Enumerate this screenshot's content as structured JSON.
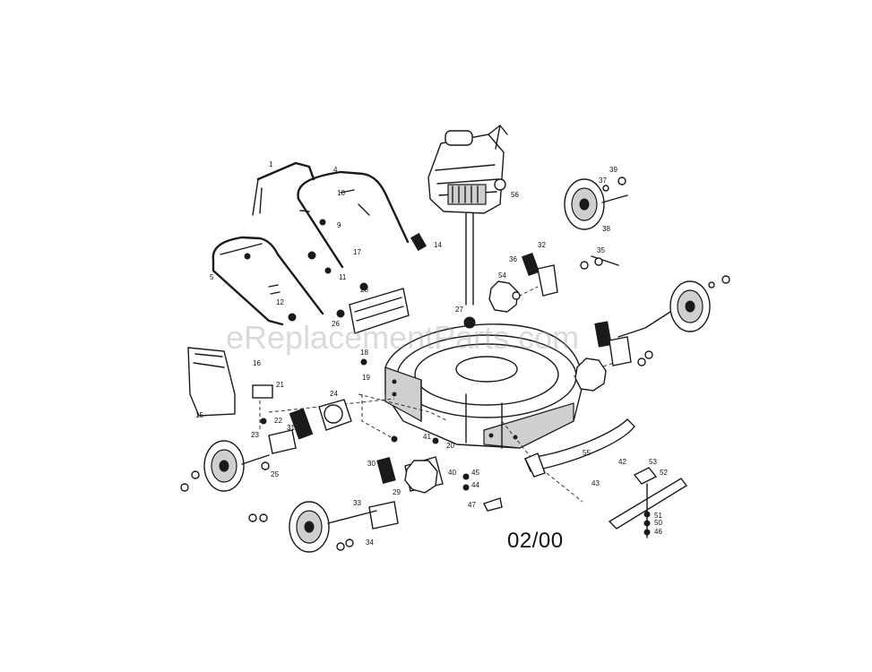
{
  "watermark": "eReplacementParts.com",
  "date_code": "02/00",
  "labels": [
    "1",
    "4",
    "5",
    "9",
    "10",
    "11",
    "12",
    "14",
    "15",
    "16",
    "17",
    "18",
    "19",
    "20",
    "21",
    "22",
    "23",
    "24",
    "25",
    "26",
    "27",
    "28",
    "29",
    "30",
    "31",
    "32",
    "33",
    "34",
    "35",
    "36",
    "37",
    "38",
    "39",
    "40",
    "41",
    "42",
    "43",
    "44",
    "45",
    "46",
    "47",
    "50",
    "51",
    "52",
    "53",
    "54",
    "55",
    "56"
  ]
}
